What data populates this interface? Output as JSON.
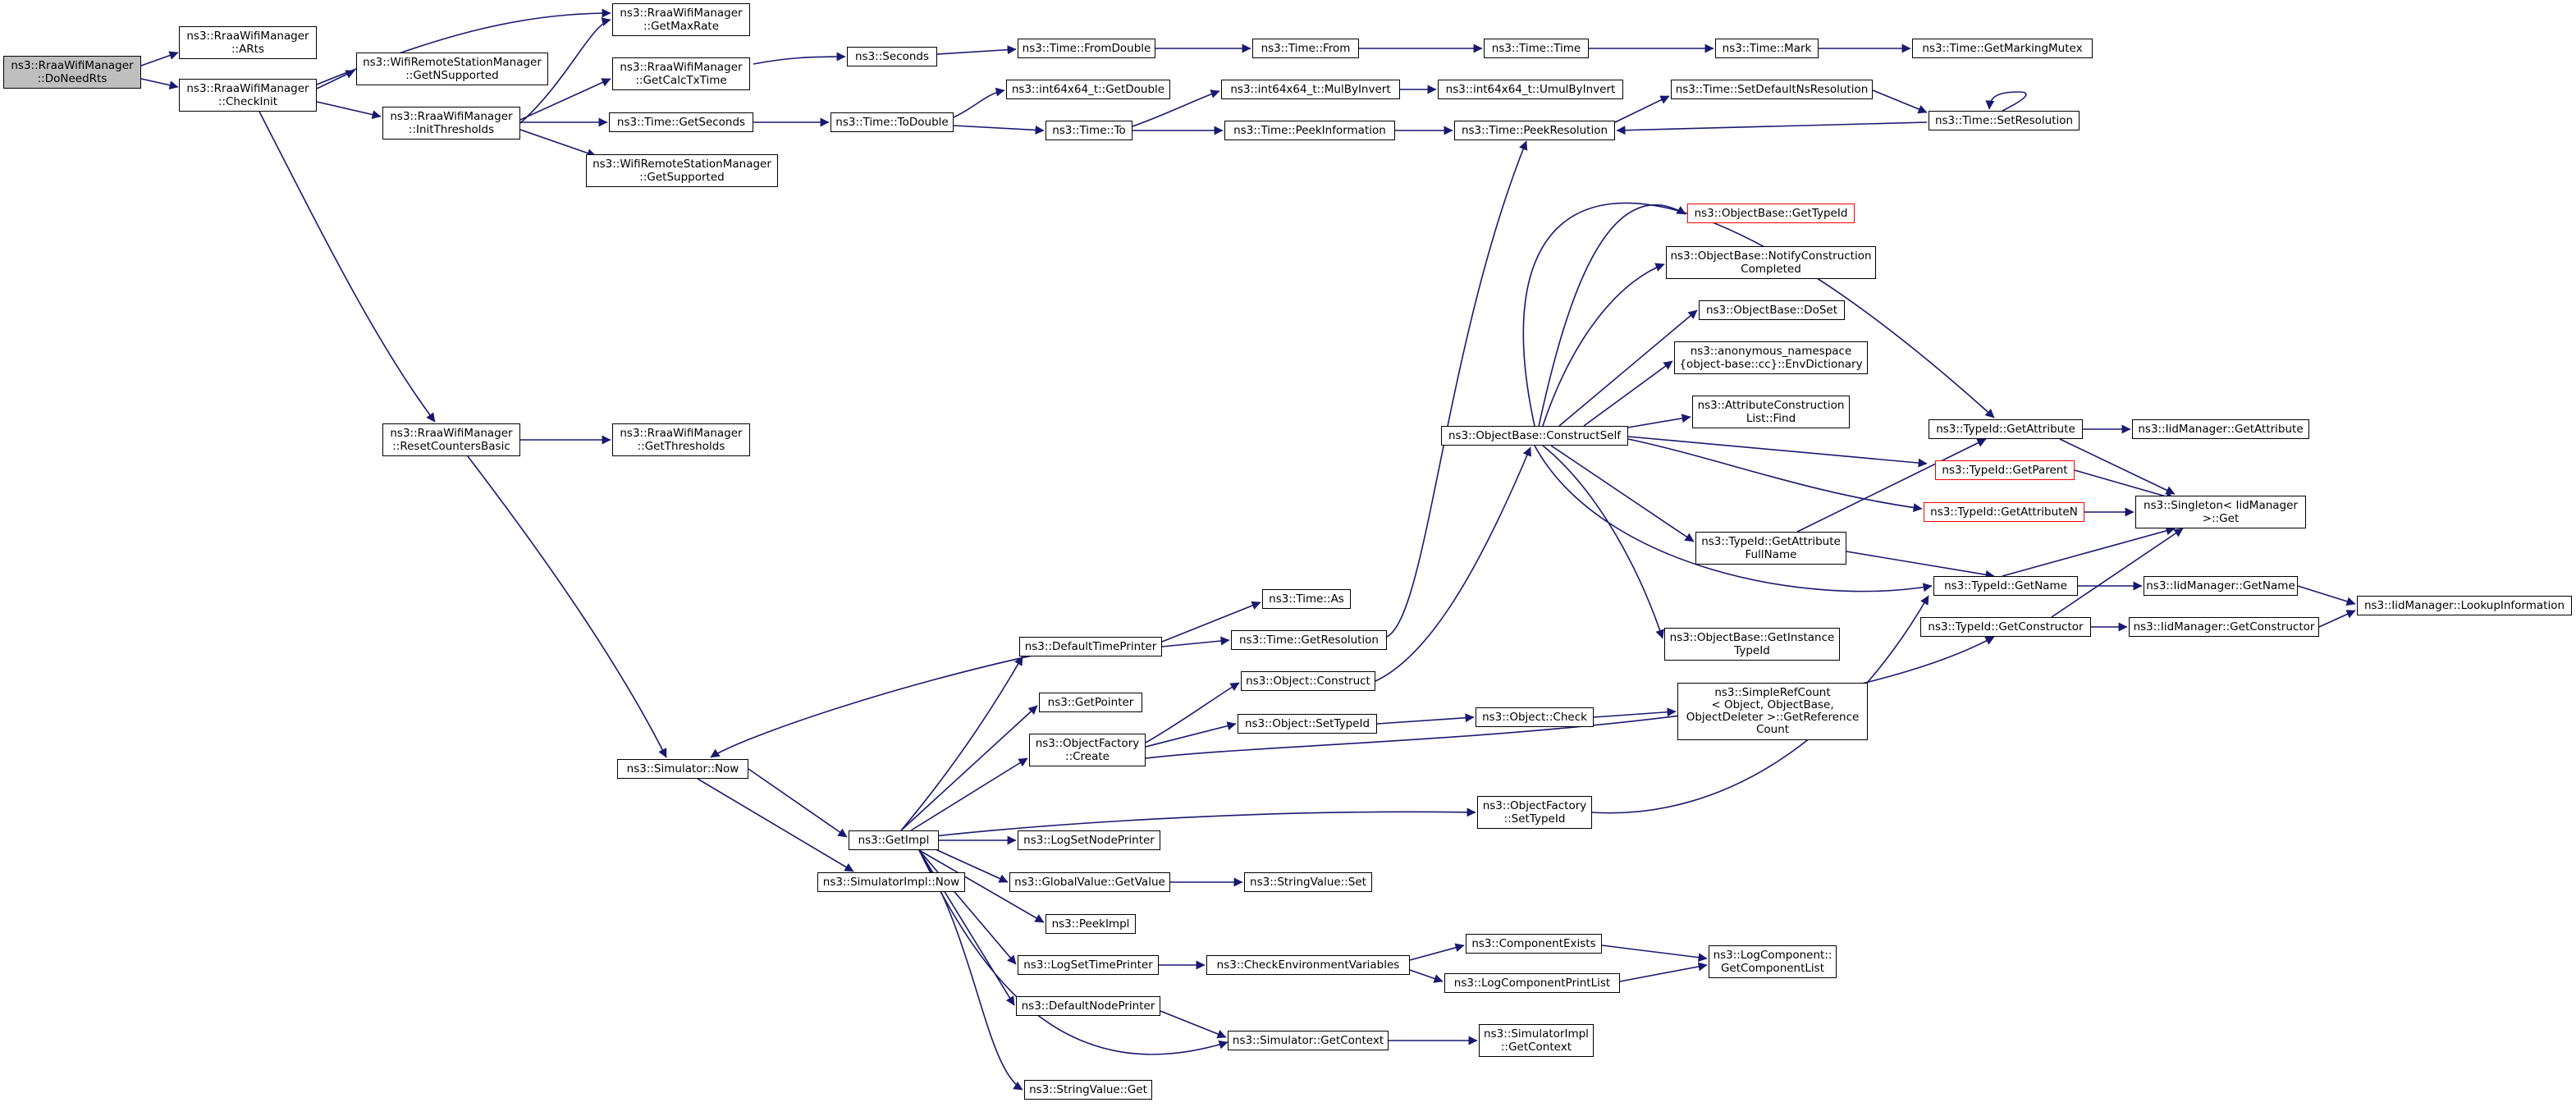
{
  "colors": {
    "edge": "#191970",
    "root_fill": "#bfbfbf",
    "truncated_border": "#ff0000",
    "border": "#000000"
  },
  "nodes": {
    "doneedrts": {
      "lines": [
        "ns3::RraaWifiManager",
        "::DoNeedRts"
      ]
    },
    "arts": {
      "lines": [
        "ns3::RraaWifiManager",
        "::ARts"
      ]
    },
    "checkinit": {
      "lines": [
        "ns3::RraaWifiManager",
        "::CheckInit"
      ]
    },
    "getnsupported": {
      "lines": [
        "ns3::WifiRemoteStationManager",
        "::GetNSupported"
      ]
    },
    "getmaxrate": {
      "lines": [
        "ns3::RraaWifiManager",
        "::GetMaxRate"
      ]
    },
    "getcalctxtime": {
      "lines": [
        "ns3::RraaWifiManager",
        "::GetCalcTxTime"
      ]
    },
    "initthresholds": {
      "lines": [
        "ns3::RraaWifiManager",
        "::InitThresholds"
      ]
    },
    "gettimeseconds": {
      "lines": [
        "ns3::Time::GetSeconds"
      ]
    },
    "getsupported": {
      "lines": [
        "ns3::WifiRemoteStationManager",
        "::GetSupported"
      ]
    },
    "seconds": {
      "lines": [
        "ns3::Seconds"
      ]
    },
    "fromdouble": {
      "lines": [
        "ns3::Time::FromDouble"
      ]
    },
    "from": {
      "lines": [
        "ns3::Time::From"
      ]
    },
    "timetime": {
      "lines": [
        "ns3::Time::Time"
      ]
    },
    "mark": {
      "lines": [
        "ns3::Time::Mark"
      ]
    },
    "getmarkingmutex": {
      "lines": [
        "ns3::Time::GetMarkingMutex"
      ]
    },
    "int64getdouble": {
      "lines": [
        "ns3::int64x64_t::GetDouble"
      ]
    },
    "mulbyinvert": {
      "lines": [
        "ns3::int64x64_t::MulByInvert"
      ]
    },
    "umulbyinvert": {
      "lines": [
        "ns3::int64x64_t::UmulByInvert"
      ]
    },
    "todouble": {
      "lines": [
        "ns3::Time::ToDouble"
      ]
    },
    "timeto": {
      "lines": [
        "ns3::Time::To"
      ]
    },
    "peekinformation": {
      "lines": [
        "ns3::Time::PeekInformation"
      ]
    },
    "peekresolution": {
      "lines": [
        "ns3::Time::PeekResolution"
      ]
    },
    "setdefaultns": {
      "lines": [
        "ns3::Time::SetDefaultNsResolution"
      ]
    },
    "setresolution": {
      "lines": [
        "ns3::Time::SetResolution"
      ]
    },
    "resetcounters": {
      "lines": [
        "ns3::RraaWifiManager",
        "::ResetCountersBasic"
      ]
    },
    "getthresholds": {
      "lines": [
        "ns3::RraaWifiManager",
        "::GetThresholds"
      ]
    },
    "obgettypeid": {
      "lines": [
        "ns3::ObjectBase::GetTypeId"
      ]
    },
    "notifyconstr": {
      "lines": [
        "ns3::ObjectBase::NotifyConstruction",
        "Completed"
      ]
    },
    "doset": {
      "lines": [
        "ns3::ObjectBase::DoSet"
      ]
    },
    "envdictionary": {
      "lines": [
        "ns3::anonymous_namespace",
        "{object-base::cc}::EnvDictionary"
      ]
    },
    "attrconstrfind": {
      "lines": [
        "ns3::AttributeConstruction",
        "List::Find"
      ]
    },
    "constructself": {
      "lines": [
        "ns3::ObjectBase::ConstructSelf"
      ]
    },
    "getattribute": {
      "lines": [
        "ns3::TypeId::GetAttribute"
      ]
    },
    "iidgetattribute": {
      "lines": [
        "ns3::IidManager::GetAttribute"
      ]
    },
    "getparent": {
      "lines": [
        "ns3::TypeId::GetParent"
      ]
    },
    "getattributen": {
      "lines": [
        "ns3::TypeId::GetAttributeN"
      ]
    },
    "singletonget": {
      "lines": [
        "ns3::Singleton< IidManager",
        " >::Get"
      ]
    },
    "getattrfullname": {
      "lines": [
        "ns3::TypeId::GetAttribute",
        "FullName"
      ]
    },
    "getname": {
      "lines": [
        "ns3::TypeId::GetName"
      ]
    },
    "iidgetname": {
      "lines": [
        "ns3::IidManager::GetName"
      ]
    },
    "lookupinfo": {
      "lines": [
        "ns3::IidManager::LookupInformation"
      ]
    },
    "getconstructor": {
      "lines": [
        "ns3::TypeId::GetConstructor"
      ]
    },
    "iidgetconstr": {
      "lines": [
        "ns3::IidManager::GetConstructor"
      ]
    },
    "getinstancetype": {
      "lines": [
        "ns3::ObjectBase::GetInstance",
        "TypeId"
      ]
    },
    "timeas": {
      "lines": [
        "ns3::Time::As"
      ]
    },
    "defaulttimeprinter": {
      "lines": [
        "ns3::DefaultTimePrinter"
      ]
    },
    "getresolution": {
      "lines": [
        "ns3::Time::GetResolution"
      ]
    },
    "objconstruct": {
      "lines": [
        "ns3::Object::Construct"
      ]
    },
    "getpointer": {
      "lines": [
        "ns3::GetPointer"
      ]
    },
    "objsettypeid": {
      "lines": [
        "ns3::Object::SetTypeId"
      ]
    },
    "objcheck": {
      "lines": [
        "ns3::Object::Check"
      ]
    },
    "simplerefcount": {
      "lines": [
        "ns3::SimpleRefCount",
        "< Object, ObjectBase,",
        " ObjectDeleter >::GetReference",
        "Count"
      ]
    },
    "ofcreate": {
      "lines": [
        "ns3::ObjectFactory",
        "::Create"
      ]
    },
    "simnow": {
      "lines": [
        "ns3::Simulator::Now"
      ]
    },
    "ofsettypeid": {
      "lines": [
        "ns3::ObjectFactory",
        "::SetTypeId"
      ]
    },
    "getimpl": {
      "lines": [
        "ns3::GetImpl"
      ]
    },
    "logsetnodeprinter": {
      "lines": [
        "ns3::LogSetNodePrinter"
      ]
    },
    "gvgetvalue": {
      "lines": [
        "ns3::GlobalValue::GetValue"
      ]
    },
    "svset": {
      "lines": [
        "ns3::StringValue::Set"
      ]
    },
    "simimplnow": {
      "lines": [
        "ns3::SimulatorImpl::Now"
      ]
    },
    "peekimpl": {
      "lines": [
        "ns3::PeekImpl"
      ]
    },
    "componentexists": {
      "lines": [
        "ns3::ComponentExists"
      ]
    },
    "logsettimeprinter": {
      "lines": [
        "ns3::LogSetTimePrinter"
      ]
    },
    "checkenv": {
      "lines": [
        "ns3::CheckEnvironmentVariables"
      ]
    },
    "getcomponentlist": {
      "lines": [
        "ns3::LogComponent::",
        "GetComponentList"
      ]
    },
    "logcomponentprintlist": {
      "lines": [
        "ns3::LogComponentPrintList"
      ]
    },
    "defaultnodeprinter": {
      "lines": [
        "ns3::DefaultNodePrinter"
      ]
    },
    "simgetcontext": {
      "lines": [
        "ns3::Simulator::GetContext"
      ]
    },
    "simimplgetcontext": {
      "lines": [
        "ns3::SimulatorImpl",
        "::GetContext"
      ]
    },
    "svget": {
      "lines": [
        "ns3::StringValue::Get"
      ]
    }
  }
}
